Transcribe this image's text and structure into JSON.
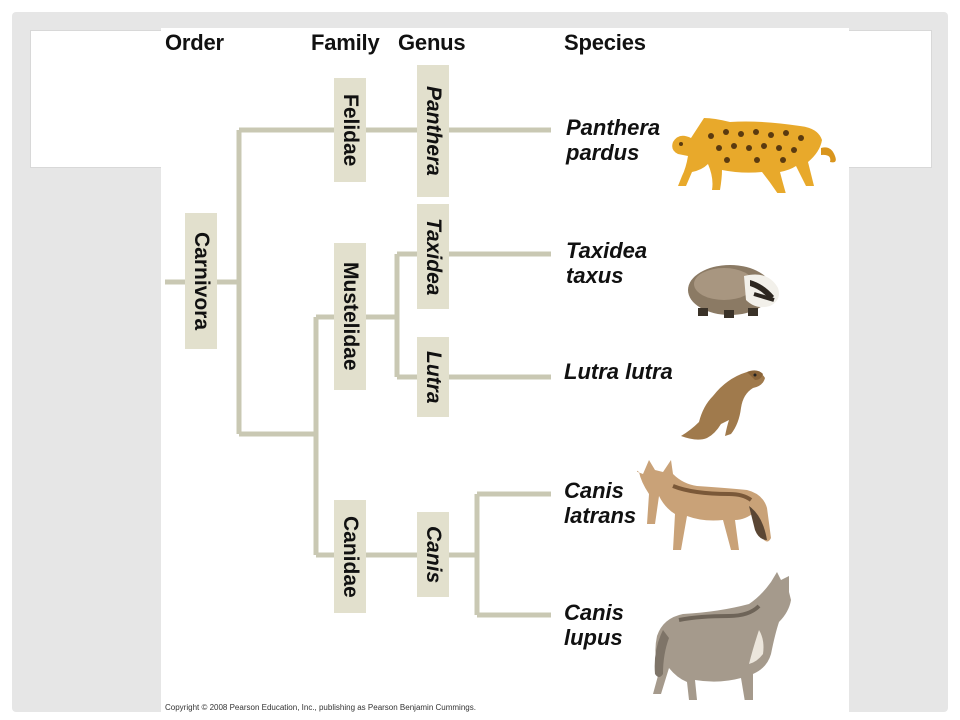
{
  "headers": {
    "order": "Order",
    "family": "Family",
    "genus": "Genus",
    "species": "Species"
  },
  "order": {
    "label": "Carnivora"
  },
  "families": [
    {
      "label": "Felidae"
    },
    {
      "label": "Mustelidae"
    },
    {
      "label": "Canidae"
    }
  ],
  "genera": [
    {
      "label": "Panthera"
    },
    {
      "label": "Taxidea"
    },
    {
      "label": "Lutra"
    },
    {
      "label": "Canis"
    }
  ],
  "species": [
    {
      "line1": "Panthera",
      "line2": "pardus",
      "animal_icon": "leopard-icon"
    },
    {
      "line1": "Taxidea",
      "line2": "taxus",
      "animal_icon": "badger-icon"
    },
    {
      "line1": "Lutra lutra",
      "line2": "",
      "animal_icon": "otter-icon"
    },
    {
      "line1": "Canis",
      "line2": "latrans",
      "animal_icon": "coyote-icon"
    },
    {
      "line1": "Canis",
      "line2": "lupus",
      "animal_icon": "wolf-icon"
    }
  ],
  "copyright": "Copyright © 2008 Pearson Education, Inc., publishing as Pearson Benjamin Cummings.",
  "colors": {
    "branch": "#c9c8b3",
    "label_box": "#e2e0cd",
    "slide_bg": "#e6e6e6"
  }
}
